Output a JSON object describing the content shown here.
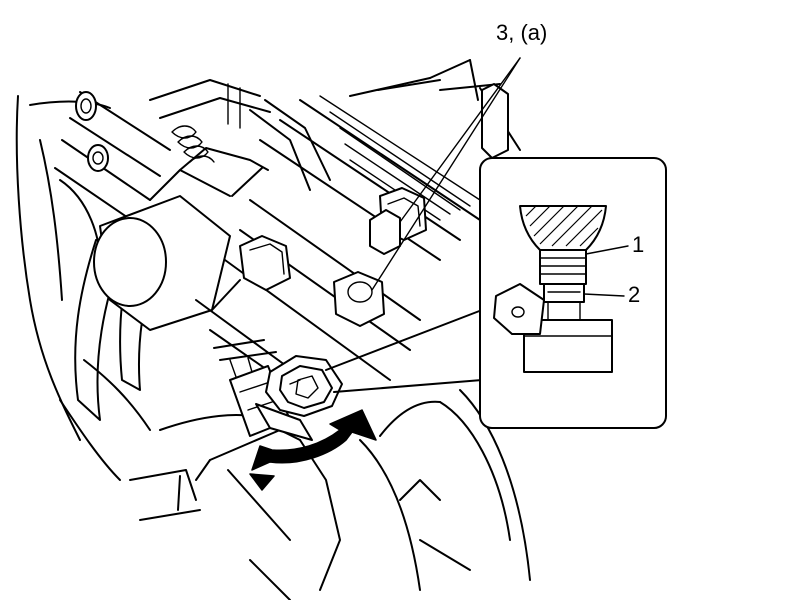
{
  "callouts": {
    "part_3": "3, (a)",
    "part_1": "1",
    "part_2": "2"
  },
  "colors": {
    "line": "#000000",
    "background": "#ffffff"
  }
}
